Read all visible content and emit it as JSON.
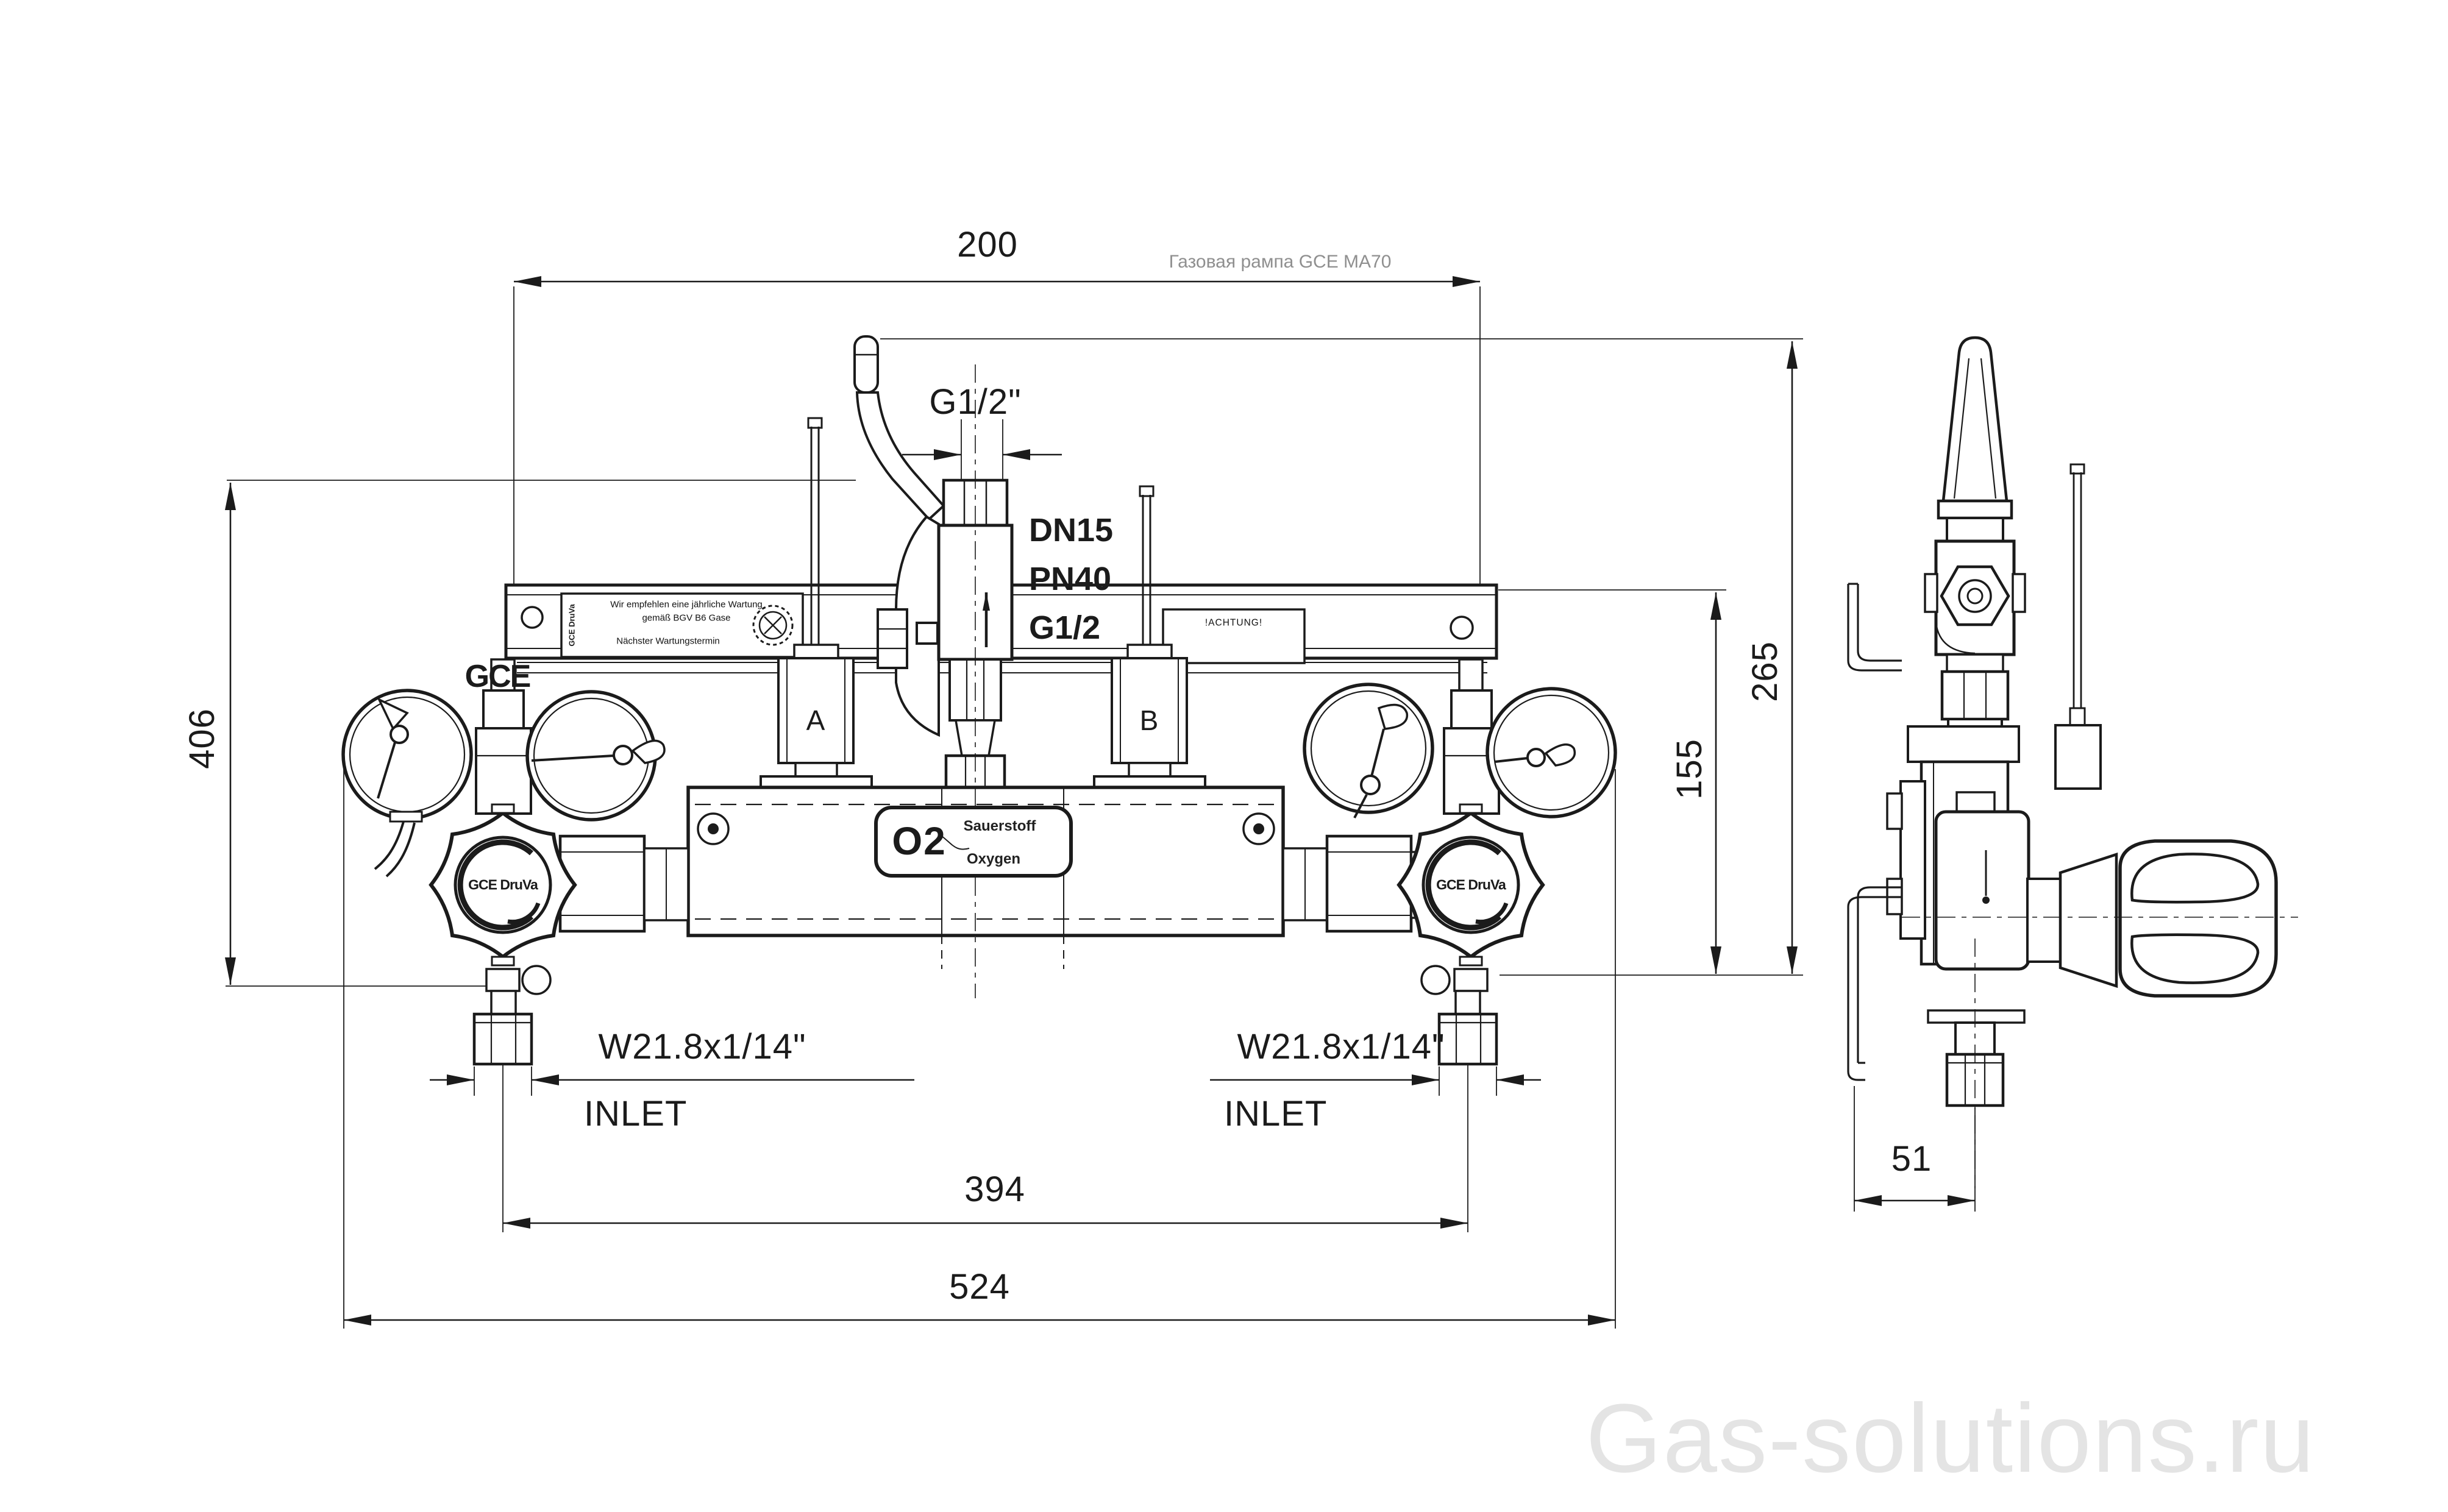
{
  "drawing": {
    "title": "Газовая рампа GCE MA70",
    "watermark": "Gas-solutions.ru"
  },
  "dimensions": {
    "top_offset": "200",
    "overall_height": "265",
    "frame_height": "155",
    "front_height": "406",
    "side_offset": "51",
    "inlet_spacing": "394",
    "overall_width": "524",
    "outlet_thread": "G1/2\"",
    "inlet_thread_left": "W21.8x1/14\"",
    "inlet_thread_right": "W21.8x1/14\"",
    "inlet_port_left": "INLET",
    "inlet_port_right": "INLET"
  },
  "outlet_valve": {
    "spec_line1": "DN15",
    "spec_line2": "PN40",
    "spec_line3": "G1/2"
  },
  "gas_plate": {
    "symbol": "O2",
    "name_de": "Sauerstoff",
    "name_en": "Oxygen"
  },
  "ports": {
    "left": "A",
    "right": "B"
  },
  "branding": {
    "logo": "GCE",
    "knob_left": "GCE DruVa",
    "knob_right": "GCE DruVa",
    "label_brand": "GCE DruVa"
  },
  "maintenance_label": {
    "line1": "Wir empfehlen eine jährliche Wartung",
    "line2": "gemäß BGV B6 Gase",
    "line3": "Nächster Wartungstermin"
  },
  "warning_label": {
    "text": "!ACHTUNG!"
  },
  "colors": {
    "line": "#1b1b1b",
    "title_gray": "#8f8f8f",
    "watermark_gray": "#e4e4e4"
  }
}
